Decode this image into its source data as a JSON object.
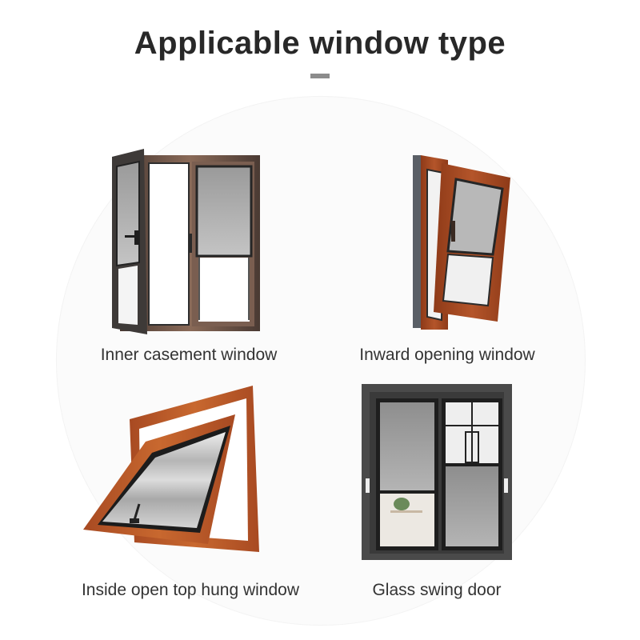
{
  "header": {
    "title": "Applicable window type",
    "accent_bar_color": "#8c8c8c"
  },
  "items": [
    {
      "label": "Inner casement window",
      "icon": "casement-window-illustration",
      "frame_color": "#5a4a42"
    },
    {
      "label": "Inward opening window",
      "icon": "tilt-turn-window-illustration",
      "frame_color": "#a84a22"
    },
    {
      "label": "Inside open top hung window",
      "icon": "top-hung-window-illustration",
      "frame_color": "#b8582a"
    },
    {
      "label": "Glass swing door",
      "icon": "sliding-glass-door-illustration",
      "frame_color": "#3a3a3a"
    }
  ]
}
